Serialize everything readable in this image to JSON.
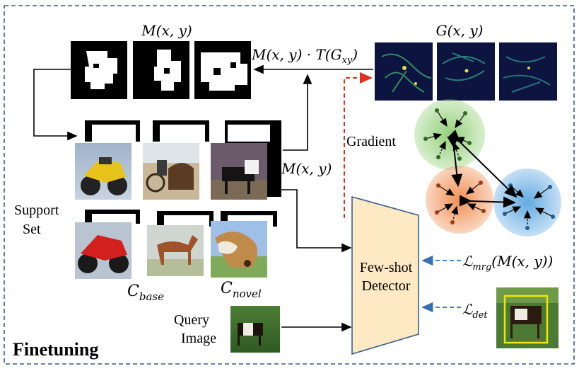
{
  "labels": {
    "mask_title": "M(x, y)",
    "grad_map_title": "G(x, y)",
    "mask_op_main": "M(x, y) · T(G",
    "mask_op_sub": "xy",
    "mask_op_close": ")",
    "gradient": "Gradient",
    "mask_label": "M(x, y)",
    "support_line1": "Support",
    "support_line2": "Set",
    "c_base_main": "C",
    "c_base_sub": "base",
    "c_novel_main": "C",
    "c_novel_sub": "novel",
    "detector_line1": "Few-shot",
    "detector_line2": "Detector",
    "loss_mrg_main": "ℒ",
    "loss_mrg_sub": "mrg",
    "loss_mrg_arg": "(M(x, y))",
    "loss_det_main": "ℒ",
    "loss_det_sub": "det",
    "query_line1": "Query",
    "query_line2": "Image",
    "finetuning": "Finetuning"
  },
  "colors": {
    "frame_dash": "#3a5a8c",
    "grad_arrow": "#e0301e",
    "loss_arrow": "#3a6fb0",
    "detector_fill": "#fde9c3",
    "detector_stroke": "#3a5f8f",
    "cluster_green": "#8fce73",
    "cluster_orange": "#f08a4b",
    "cluster_blue": "#5aa6e0",
    "box_yellow": "#f2e600"
  }
}
